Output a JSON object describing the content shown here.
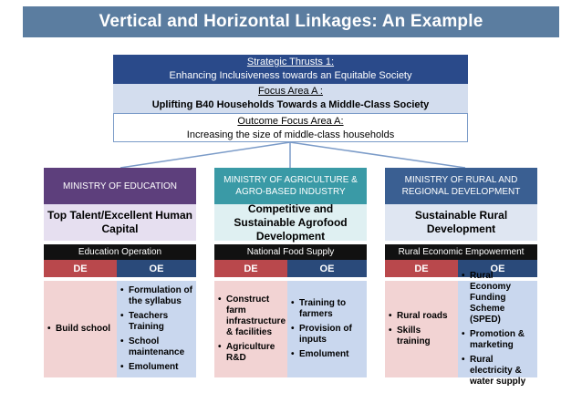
{
  "title": "Vertical and Horizontal Linkages: An Example",
  "thrust": {
    "label": "Strategic Thrusts 1:",
    "text": "Enhancing Inclusiveness towards an Equitable Society"
  },
  "focus": {
    "label": "Focus Area A :",
    "text": "Uplifting B40 Households Towards a Middle-Class Society"
  },
  "outcome": {
    "label": "Outcome Focus Area A:",
    "text": "Increasing the size of middle-class households"
  },
  "colors": {
    "title": "#5b7da0",
    "thrust": "#2a4a8a",
    "focus": "#d3ddee",
    "de": "#b9484c",
    "oe": "#2a4a7a",
    "de_cell": "#f2d3d3",
    "oe_cell": "#c9d7ee"
  },
  "columns": [
    {
      "ministry": "MINISTRY OF EDUCATION",
      "ministry_color": "#5d3f7c",
      "goal": "Top Talent/Excellent Human Capital",
      "goal_color": "#e6dff0",
      "operation": "Education Operation",
      "de_label": "DE",
      "oe_label": "OE",
      "de_items": [
        "Build school"
      ],
      "oe_items": [
        "Formulation of the syllabus",
        "Teachers Training",
        "School maintenance",
        "Emolument"
      ]
    },
    {
      "ministry": "MINISTRY OF AGRICULTURE & AGRO-BASED INDUSTRY",
      "ministry_color": "#3a9aa6",
      "goal": "Competitive and Sustainable Agrofood Development",
      "goal_color": "#dff0f2",
      "operation": "National Food Supply",
      "de_label": "DE",
      "oe_label": "OE",
      "de_items": [
        "Construct farm infrastructure & facilities",
        "Agriculture R&D"
      ],
      "oe_items": [
        "Training to farmers",
        "Provision of inputs",
        "Emolument"
      ]
    },
    {
      "ministry": "MINISTRY OF RURAL AND REGIONAL DEVELOPMENT",
      "ministry_color": "#3a5f92",
      "goal": "Sustainable Rural Development",
      "goal_color": "#dfe6f2",
      "operation": "Rural Economic Empowerment",
      "de_label": "DE",
      "oe_label": "OE",
      "de_items": [
        "Rural roads",
        "Skills training"
      ],
      "oe_items": [
        "Rural Economy Funding Scheme (SPED)",
        "Promotion & marketing",
        "Rural electricity & water supply"
      ]
    }
  ]
}
